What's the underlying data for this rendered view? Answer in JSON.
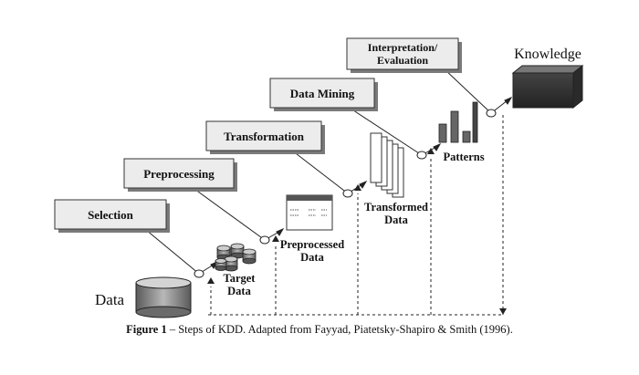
{
  "steps": {
    "selection": "Selection",
    "preprocessing": "Preprocessing",
    "transformation": "Transformation",
    "data_mining": "Data Mining",
    "interpretation_line1": "Interpretation/",
    "interpretation_line2": "Evaluation"
  },
  "artifacts": {
    "data": "Data",
    "target_line1": "Target",
    "target_line2": "Data",
    "preprocessed_line1": "Preprocessed",
    "preprocessed_line2": "Data",
    "transformed_line1": "Transformed",
    "transformed_line2": "Data",
    "patterns": "Patterns",
    "knowledge": "Knowledge"
  },
  "caption": {
    "label": "Figure 1",
    "text": " – Steps of KDD. Adapted from Fayyad, Piatetsky-Shapiro & Smith (1996)."
  },
  "colors": {
    "box_fill": "#ececec",
    "dark": "#3c3c3c",
    "shadow": "#7a7a7a"
  }
}
